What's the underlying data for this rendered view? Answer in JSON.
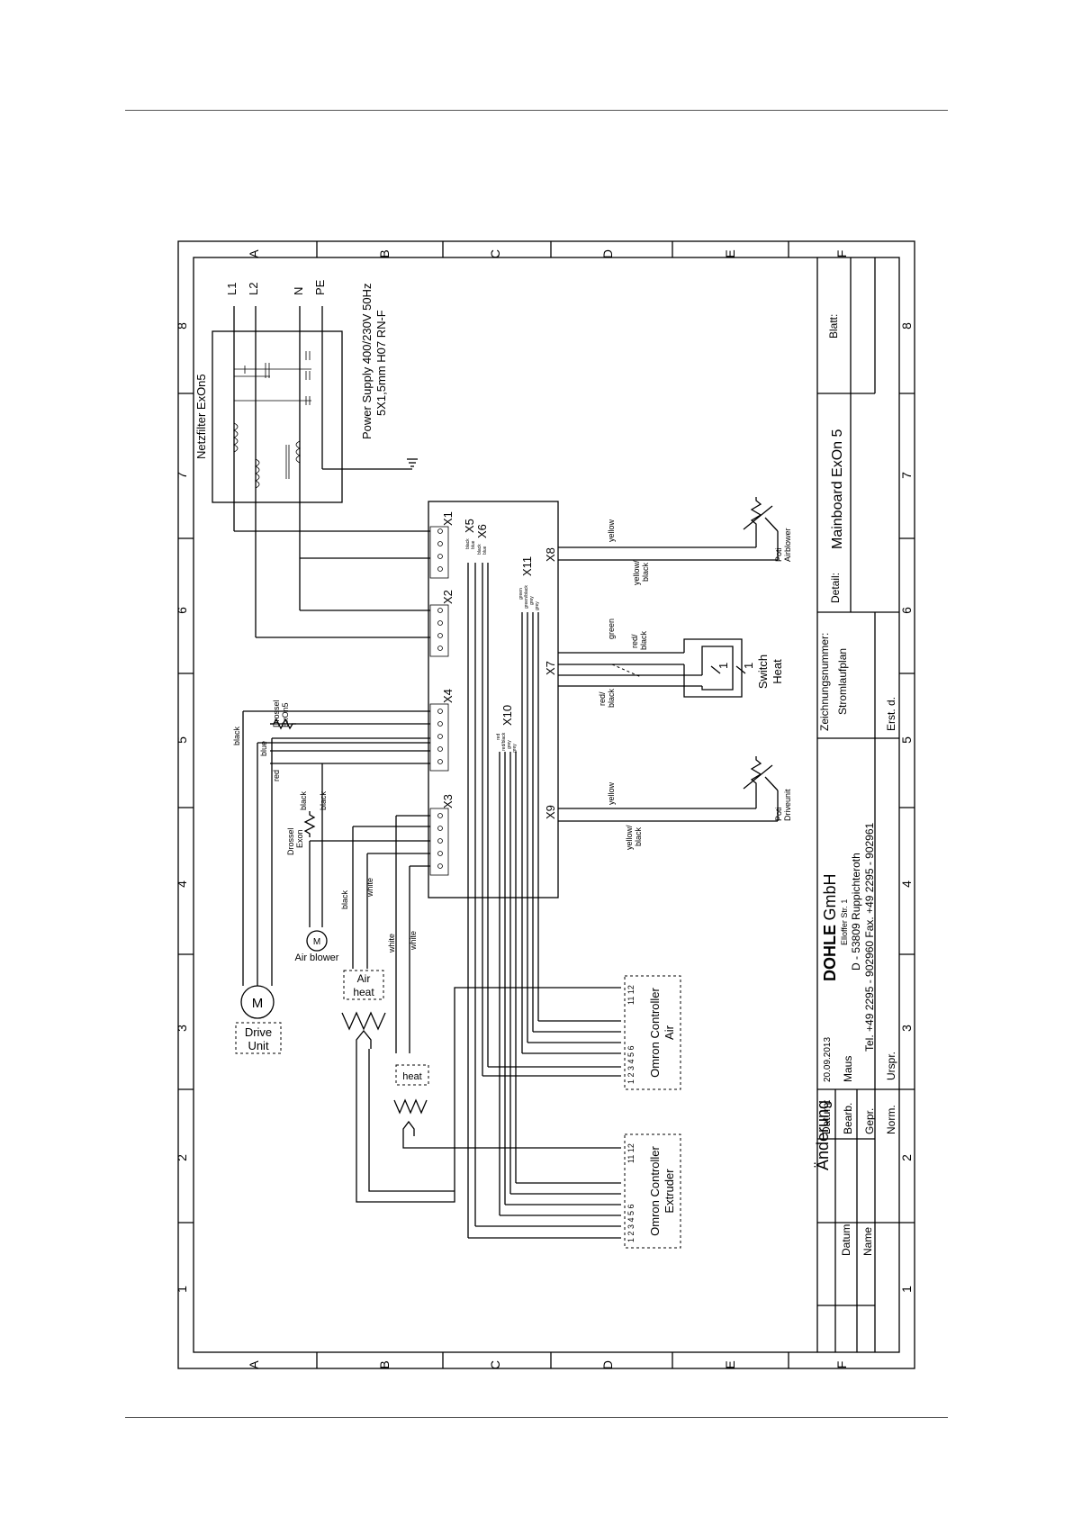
{
  "frame": {
    "cols": [
      "1",
      "2",
      "3",
      "4",
      "5",
      "6",
      "7",
      "8"
    ],
    "rows": [
      "A",
      "B",
      "C",
      "D",
      "E",
      "F"
    ]
  },
  "supply": {
    "lines": [
      "L1",
      "L2",
      "N",
      "PE"
    ],
    "spec": "Power Supply 400/230V 50Hz",
    "cable": "5X1,5mm H07 RN-F",
    "filter_label": "Netzfilter ExOn5"
  },
  "board": {
    "connectors": [
      "X1",
      "X2",
      "X3",
      "X4",
      "X5",
      "X6",
      "X7",
      "X8",
      "X9",
      "X10",
      "X11"
    ]
  },
  "devices": {
    "drive_motor": "M",
    "drive_label": [
      "Drive",
      "Unit"
    ],
    "blower_motor": "M",
    "blower_label": "Air blower",
    "choke_blower": [
      "Drossel",
      "Exon"
    ],
    "choke_main": [
      "Drossel",
      "ExOn5"
    ],
    "air_heat": [
      "Air",
      "heat"
    ],
    "heat": "heat",
    "poti_airblower": [
      "Poti",
      "Airblower"
    ],
    "poti_driveunit": [
      "Poti",
      "Driveunit"
    ],
    "switch_heat": [
      "Switch",
      "Heat"
    ],
    "switch_mark": "1"
  },
  "controllers": {
    "air": [
      "Omron Controller",
      "Air"
    ],
    "extruder": [
      "Omron Controller",
      "Extruder"
    ],
    "terminals": "1 2 3 4 5 6",
    "terminals_high": "11 12"
  },
  "wires": {
    "black": "black",
    "blue": "blue",
    "red": "red",
    "white": "white",
    "yellow": "yellow",
    "yellow_black": [
      "yellow/",
      "black"
    ],
    "red_black": [
      "red/",
      "black"
    ],
    "green": "green",
    "tiny_x5": [
      "black",
      "blue"
    ],
    "tiny_x6": [
      "black",
      "blue"
    ],
    "tiny_x11": [
      "green",
      "green/black",
      "grey",
      "grey"
    ],
    "tiny_x10": [
      "red",
      "red/black",
      "grey",
      "grey"
    ]
  },
  "title_block": {
    "company": "DOHLE GmbH",
    "company_bold": "DOHLE",
    "company_thin": "GmbH",
    "street": "Elloffer Str. 1",
    "city": "D - 53809 Ruppichteroth",
    "phone": "Tel. +49 2295 - 902960   Fax. +49 2295 - 902961",
    "zeichnungsnummer": "Zeichnungsnummer:",
    "stromlaufplan": "Stromlaufplan",
    "detail": "Detail:",
    "detail_value": "Mainboard ExOn 5",
    "blatt": "Blatt:",
    "erst": "Erst. d.",
    "urspr": "Urspr.",
    "aenderung": "Änderung",
    "datum_col": "Datum",
    "name_col": "Name",
    "datum": "Datum:",
    "datum_value": "20.09.2013",
    "bearb": "Bearb.",
    "bearb_value": "Maus",
    "gepr": "Gepr.",
    "norm": "Norm."
  }
}
